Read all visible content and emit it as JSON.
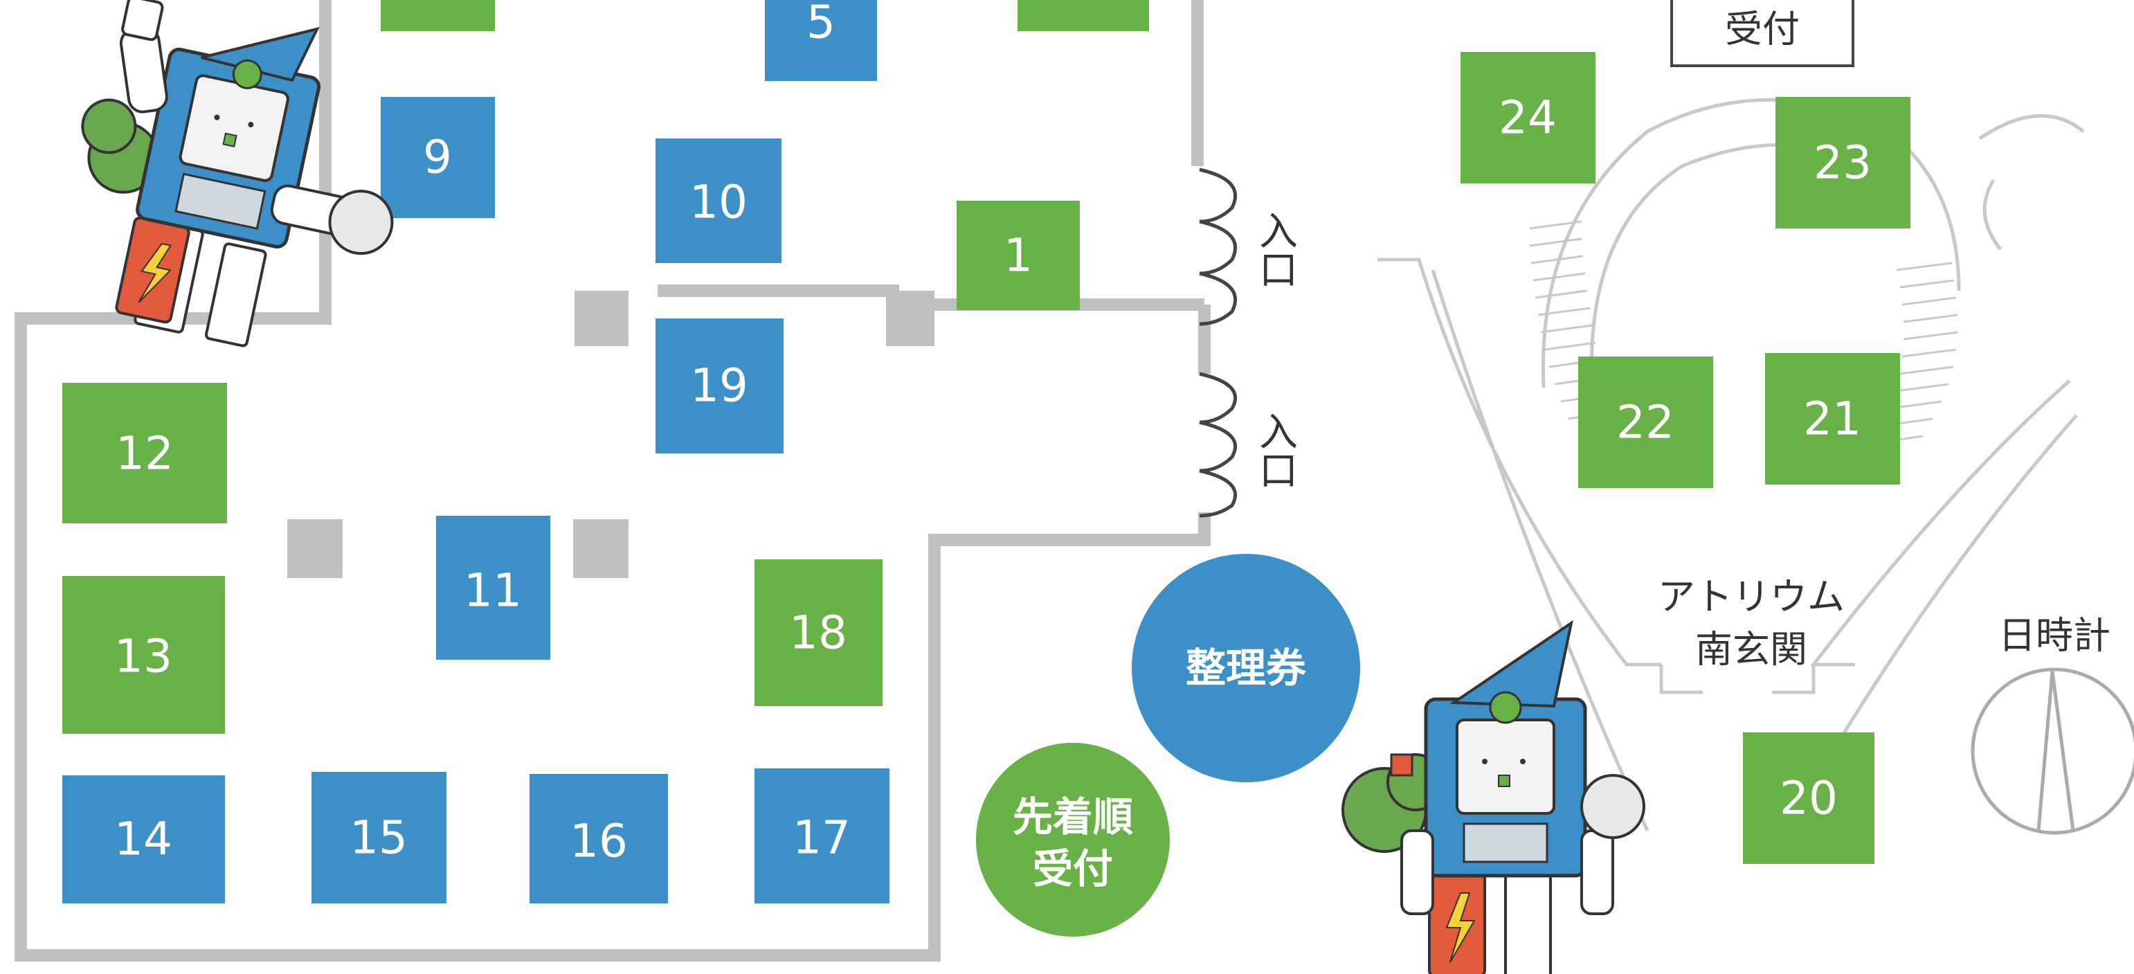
{
  "map": {
    "colors": {
      "blue_booth": "#3d8fc7",
      "green_booth": "#67b146",
      "wall": "#c0c0c0",
      "outline": "#999999",
      "text_dark": "#333333"
    },
    "booths": [
      {
        "id": "booth-5",
        "label": "5",
        "color": "blue"
      },
      {
        "id": "booth-9",
        "label": "9",
        "color": "blue"
      },
      {
        "id": "booth-10",
        "label": "10",
        "color": "blue"
      },
      {
        "id": "booth-1",
        "label": "1",
        "color": "green"
      },
      {
        "id": "booth-19",
        "label": "19",
        "color": "blue"
      },
      {
        "id": "booth-12",
        "label": "12",
        "color": "green"
      },
      {
        "id": "booth-11",
        "label": "11",
        "color": "blue"
      },
      {
        "id": "booth-18",
        "label": "18",
        "color": "green"
      },
      {
        "id": "booth-13",
        "label": "13",
        "color": "green"
      },
      {
        "id": "booth-14",
        "label": "14",
        "color": "blue"
      },
      {
        "id": "booth-15",
        "label": "15",
        "color": "blue"
      },
      {
        "id": "booth-16",
        "label": "16",
        "color": "blue"
      },
      {
        "id": "booth-17",
        "label": "17",
        "color": "blue"
      },
      {
        "id": "booth-24",
        "label": "24",
        "color": "green"
      },
      {
        "id": "booth-23",
        "label": "23",
        "color": "green"
      },
      {
        "id": "booth-22",
        "label": "22",
        "color": "green"
      },
      {
        "id": "booth-21",
        "label": "21",
        "color": "green"
      },
      {
        "id": "booth-20",
        "label": "20",
        "color": "green"
      }
    ],
    "reception_top": "受付",
    "entrance_1": "入口",
    "entrance_2": "入口",
    "ticket_circle": "整理券",
    "first_come_line1": "先着順",
    "first_come_line2": "受付",
    "atrium_line1": "アトリウム",
    "atrium_line2": "南玄関",
    "sundial": "日時計"
  }
}
